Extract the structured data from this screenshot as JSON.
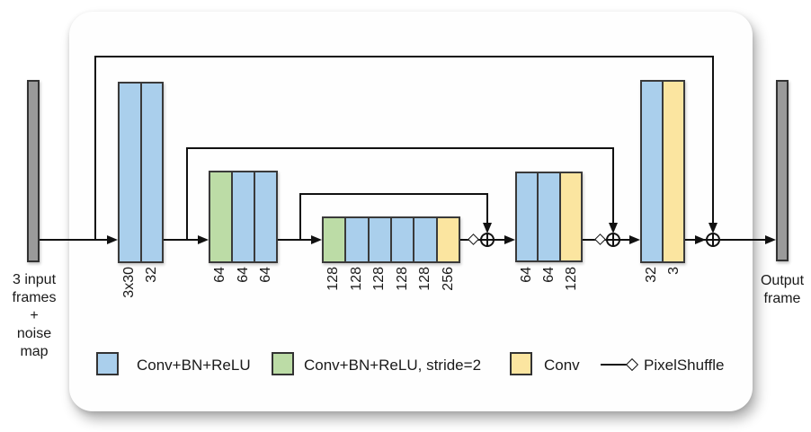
{
  "diagram": {
    "input_label": "3 input\nframes\n+\nnoise\nmap",
    "output_label": "Output\nframe",
    "blocks": [
      {
        "name": "encoder-block-1",
        "labels": [
          "3x30",
          "32"
        ],
        "cells": [
          "blue",
          "blue"
        ]
      },
      {
        "name": "encoder-block-2",
        "labels": [
          "64",
          "64",
          "64"
        ],
        "cells": [
          "green",
          "blue",
          "blue"
        ]
      },
      {
        "name": "bottleneck-block",
        "labels": [
          "128",
          "128",
          "128",
          "128",
          "128",
          "256"
        ],
        "cells": [
          "green",
          "blue",
          "blue",
          "blue",
          "blue",
          "yellow"
        ]
      },
      {
        "name": "decoder-block-1",
        "labels": [
          "64",
          "64",
          "128"
        ],
        "cells": [
          "blue",
          "blue",
          "yellow"
        ]
      },
      {
        "name": "decoder-block-2",
        "labels": [
          "32",
          "3"
        ],
        "cells": [
          "blue",
          "yellow"
        ]
      }
    ],
    "colors": {
      "conv_bn_relu": "#aacfec",
      "conv_bn_relu_stride2": "#bcdca6",
      "conv": "#fbe5a0",
      "frame_bar": "#9a9a9a",
      "line": "#111111"
    }
  },
  "legend": {
    "items": [
      {
        "swatch": "blue",
        "label": "Conv+BN+ReLU"
      },
      {
        "swatch": "green",
        "label": "Conv+BN+ReLU, stride=2"
      },
      {
        "swatch": "yellow",
        "label": "Conv"
      },
      {
        "swatch": "diamond-line",
        "label": "PixelShuffle"
      }
    ]
  }
}
